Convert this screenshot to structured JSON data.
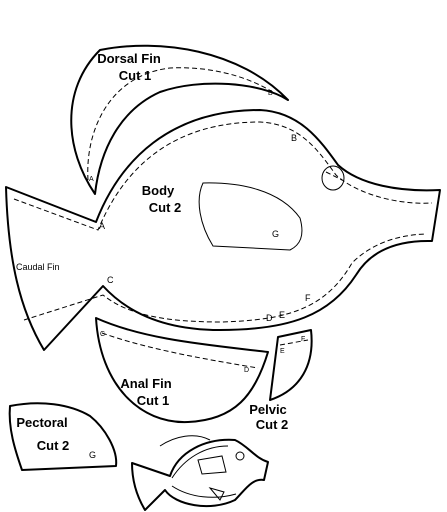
{
  "pieces": {
    "dorsal": {
      "name": "Dorsal  Fin",
      "cut": "Cut  1",
      "marks": [
        "A",
        "B"
      ]
    },
    "body": {
      "name": "Body",
      "cut": "Cut  2",
      "marks": [
        "A",
        "B",
        "C",
        "D",
        "E",
        "F",
        "G"
      ],
      "tail_label": "Caudal Fin"
    },
    "anal": {
      "name": "Anal  Fin",
      "cut": "Cut  1",
      "marks": [
        "C",
        "D"
      ]
    },
    "pelvic": {
      "name": "Pelvic",
      "cut": "Cut  2",
      "marks": [
        "E",
        "F"
      ]
    },
    "pectoral": {
      "name": "Pectoral",
      "cut": "Cut  2",
      "marks": [
        "G"
      ]
    }
  }
}
